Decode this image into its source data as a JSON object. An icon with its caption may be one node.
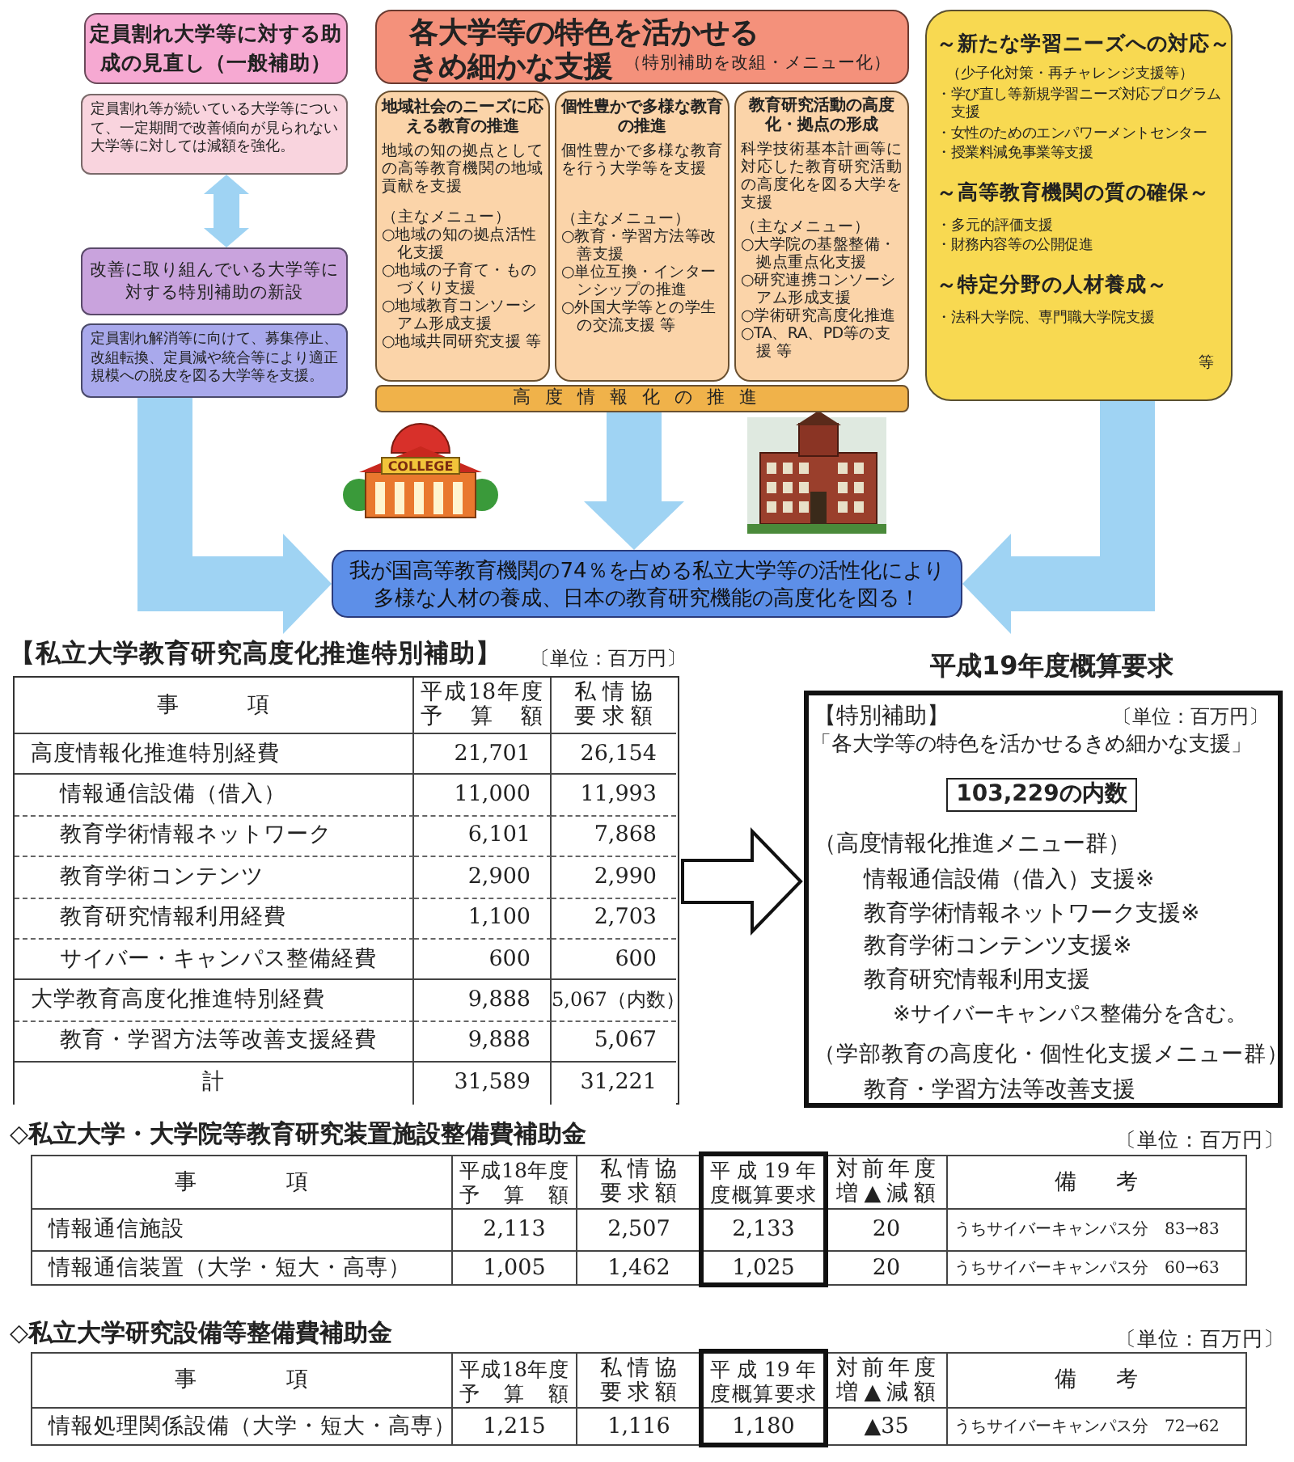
{
  "diagram": {
    "nodes": [
      {
        "text": [
          "定員割れ大学等に対する助成の見直し（一般補助）"
        ]
      },
      {
        "text": [
          "定員割れ等が続いている大学等について、一定期間で改善傾向が見られない大学等に対しては減額を強化。"
        ]
      },
      {
        "text": [
          "改善に取り組んでいる大学等に対する特別補助の新設"
        ]
      },
      {
        "text": [
          "定員割れ解消等に向けて、募集停止、改組転換、定員減や統合等により適正規模への脱皮を図る大学等を支援。"
        ]
      },
      {
        "text": [
          "各大学等の特色を活かせるきめ細かな支援",
          "（特別補助を改組・メニュー化）"
        ]
      },
      {
        "text": [
          "地域社会のニーズに応える教育の推進",
          "地域の知の拠点としての高等教育機関の地域貢献を支援",
          "（主なメニュー）",
          "○地域の知の拠点活性化支援",
          "○地域の子育て・ものづくり支援",
          "○地域教育コンソーシアム形成支援",
          "○地域共同研究支援 等"
        ]
      },
      {
        "text": [
          "個性豊かで多様な教育の推進",
          "個性豊かで多様な教育を行う大学等を支援",
          "（主なメニュー）",
          "○教育・学習方法等改善支援",
          "○単位互換・インターンシップの推進",
          "○外国大学等との学生の交流支援 等"
        ]
      },
      {
        "text": [
          "教育研究活動の高度化・拠点の形成",
          "科学技術基本計画等に対応した教育研究活動の高度化を図る大学を支援",
          "（主なメニュー）",
          "○大学院の基盤整備・拠点重点化支援",
          "○研究連携コンソーシアム形成支援",
          "○学術研究高度化推進",
          "○TA、RA、PD等の支援 等"
        ]
      },
      {
        "text": [
          "高度情報化の推進"
        ]
      },
      {
        "text": [
          "～新たな学習ニーズへの対応～",
          "（少子化対策・再チャレンジ支援等）",
          "・学び直し等新規学習ニーズ対応プログラム支援",
          "・女性のためのエンパワーメントセンター",
          "・授業料減免事業等支援",
          "～高等教育機関の質の確保～",
          "・多元的評価支援",
          "・財務内容等の公開促進",
          "～特定分野の人材養成～",
          "・法科大学院、専門職大学院支援",
          "等"
        ]
      },
      {
        "text": [
          "我が国高等教育機関の74％を占める私立大学等の活性化により多様な人材の養成、日本の教育研究機能の高度化を図る！"
        ]
      },
      {
        "text": [
          "事項",
          "平成18年度予算額",
          "私情協要求額",
          "高度情報化推進特別経費",
          "21,701",
          "26,154",
          "情報通信設備（借入）",
          "11,000",
          "11,993",
          "教育学術情報ネットワーク",
          "6,101",
          "7,868",
          "教育学術コンテンツ",
          "2,900",
          "2,990",
          "教育研究情報利用経費",
          "1,100",
          "2,703",
          "サイバー・キャンパス整備経費",
          "600",
          "600",
          "大学教育高度化推進特別経費",
          "9,888",
          "5,067（内数）",
          "教育・学習方法等改善支援経費",
          "9,888",
          "5,067",
          "計",
          "31,589",
          "31,221"
        ]
      },
      {
        "text": [
          "【特別補助】",
          "〔単位：百万円〕",
          "「各大学等の特色を活かせるきめ細かな支援」",
          "（高度情報化推進メニュー群）",
          "情報通信設備（借入）支援※",
          "教育学術情報ネットワーク支援※",
          "教育学術コンテンツ支援※",
          "教育研究情報利用支援",
          "※サイバーキャンパス整備分を含む。",
          "（学部教育の高度化・個性化支援メニュー群）",
          "教育・学習方法等改善支援"
        ]
      },
      {
        "text": [
          "103,229の内数"
        ],
        "in": 12
      }
    ],
    "edges": [
      {
        "from": 1,
        "to": 2,
        "arrow": "both"
      },
      {
        "from": 3,
        "to": 10,
        "arrow": "to"
      },
      {
        "from": 8,
        "to": 10,
        "arrow": "to"
      },
      {
        "from": 9,
        "to": 10,
        "arrow": "to"
      },
      {
        "from": 11,
        "to": 12,
        "arrow": "to"
      }
    ],
    "labels": [
      "COLLEGE",
      "【私立大学教育研究高度化推進特別補助】",
      "〔単位：百万円〕",
      "平成19年度概算要求",
      "◇私立大学・大学院等教育研究装置施設整備費補助金",
      "〔単位：百万円〕",
      "事項",
      "平成18年度予算額",
      "私情協要求額",
      "平成19年度概算要求",
      "対前年度増▲減額",
      "備考",
      "情報通信施設",
      "2,113",
      "2,507",
      "2,133",
      "20",
      "うちサイバーキャンパス分　83→83",
      "情報通信装置（大学・短大・高専）",
      "1,005",
      "1,462",
      "1,025",
      "20",
      "うちサイバーキャンパス分　60→63",
      "◇私立大学研究設備等整備費補助金",
      "〔単位：百万円〕",
      "事項",
      "平成18年度予算額",
      "私情協要求額",
      "平成19年度概算要求",
      "対前年度増▲減額",
      "備考",
      "情報処理関係設備（大学・短大・高専）",
      "1,215",
      "1,116",
      "1,180",
      "▲35",
      "うちサイバーキャンパス分　72→62"
    ]
  }
}
